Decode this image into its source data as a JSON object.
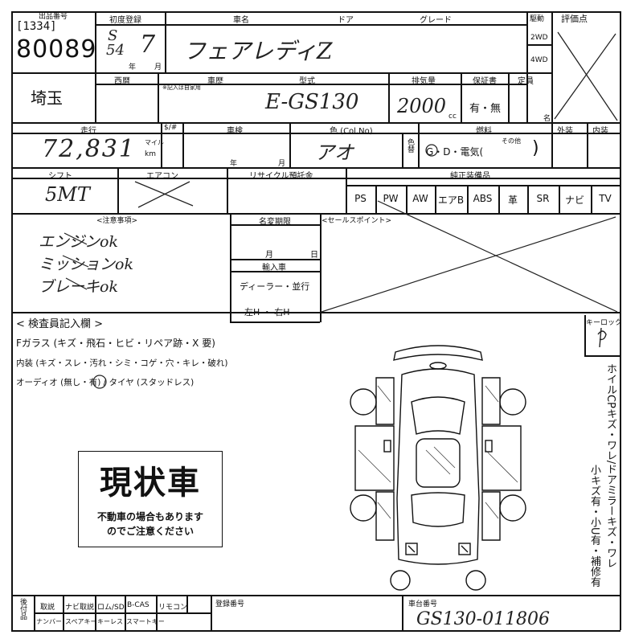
{
  "header": {
    "exhibit_label": "出品番号",
    "lot_code": "[1334]",
    "lot_number": "80089",
    "first_reg_label": "初度登録",
    "first_reg_era": "S",
    "first_reg_year": "54",
    "first_reg_year_unit": "年",
    "first_reg_month": "7",
    "first_reg_month_unit": "月",
    "car_name_label": "車名",
    "door_label": "ドア",
    "grade_label": "グレード",
    "car_name_value": "フェアレディZ",
    "drive_label": "駆動",
    "drive_2wd": "2WD",
    "drive_4wd": "4WD",
    "score_label": "評価点"
  },
  "row2": {
    "location": "埼玉",
    "year_label": "西暦",
    "category_label": "車歴",
    "category_note": "※記入は自家用",
    "model_label": "型式",
    "model_value": "E-GS130",
    "displacement_label": "排気量",
    "displacement_value": "2000",
    "displacement_unit": "cc",
    "warranty_label": "保証書",
    "warranty_value": "有・無",
    "capacity_label": "定員",
    "capacity_unit": "名"
  },
  "row3": {
    "mileage_label": "走行",
    "mileage_value": "72,831",
    "mileage_unit_mile": "マイル",
    "mileage_unit_km": "km",
    "sh_label": "$/#",
    "inspection_label": "車検",
    "inspection_year": "年",
    "inspection_month": "月",
    "color_label": "色 (Col.No)",
    "color_value": "アオ",
    "color_change": "色替",
    "fuel_label": "燃料",
    "fuel_options": "G・D・電気(",
    "fuel_close": ")",
    "fuel_other": "その他",
    "exterior_label": "外装",
    "interior_label": "内装"
  },
  "row4": {
    "shift_label": "シフト",
    "shift_value": "5MT",
    "aircon_label": "エアコン",
    "recycle_label": "リサイクル預託金",
    "equipment_label": "純正装備品",
    "equipment": [
      "PS",
      "PW",
      "AW",
      "エアB",
      "ABS",
      "革",
      "SR",
      "ナビ",
      "TV"
    ]
  },
  "notes": {
    "caution_label": "<注意事項>",
    "caution_lines": [
      "エンジンok",
      "ミッションok",
      "ブレーキok"
    ],
    "name_change_label": "名変期限",
    "name_change_month": "月",
    "name_change_day": "日",
    "import_label": "輸入車",
    "import_dealer": "ディーラー・並行",
    "import_steering": "左H ・ 右H",
    "sales_point_label": "<セールスポイント>"
  },
  "inspector": {
    "title": "< 検査員記入欄 >",
    "glass_line": "Fガラス (キズ・飛石・ヒビ・リペア跡・X 要)",
    "interior_line": "内装 (キズ・スレ・汚れ・シミ・コゲ・穴・キレ・破れ)",
    "audio_line": "オーディオ (無し・有) / タイヤ (スタッドレス)",
    "keylock_label": "キーロック",
    "stamp_title": "現状車",
    "stamp_line1": "不動車の場合もあります",
    "stamp_line2": "のでご注意ください",
    "side_note_1": "ホイルCPキズ・ワレ/ドアミラーキズ・ワレ",
    "side_note_2": "小キズ有・小U有・補修有"
  },
  "footer": {
    "aftermarket_label": "後付品",
    "items_row1": [
      "取説",
      "ナビ取説",
      "ロム/SD",
      "B-CAS",
      "リモコン"
    ],
    "items_row2": [
      "ナンバー",
      "スペアキー",
      "キーレス",
      "スマートキー"
    ],
    "reg_number_label": "登録番号",
    "chassis_label": "車台番号",
    "chassis_value": "GS130-011806"
  }
}
